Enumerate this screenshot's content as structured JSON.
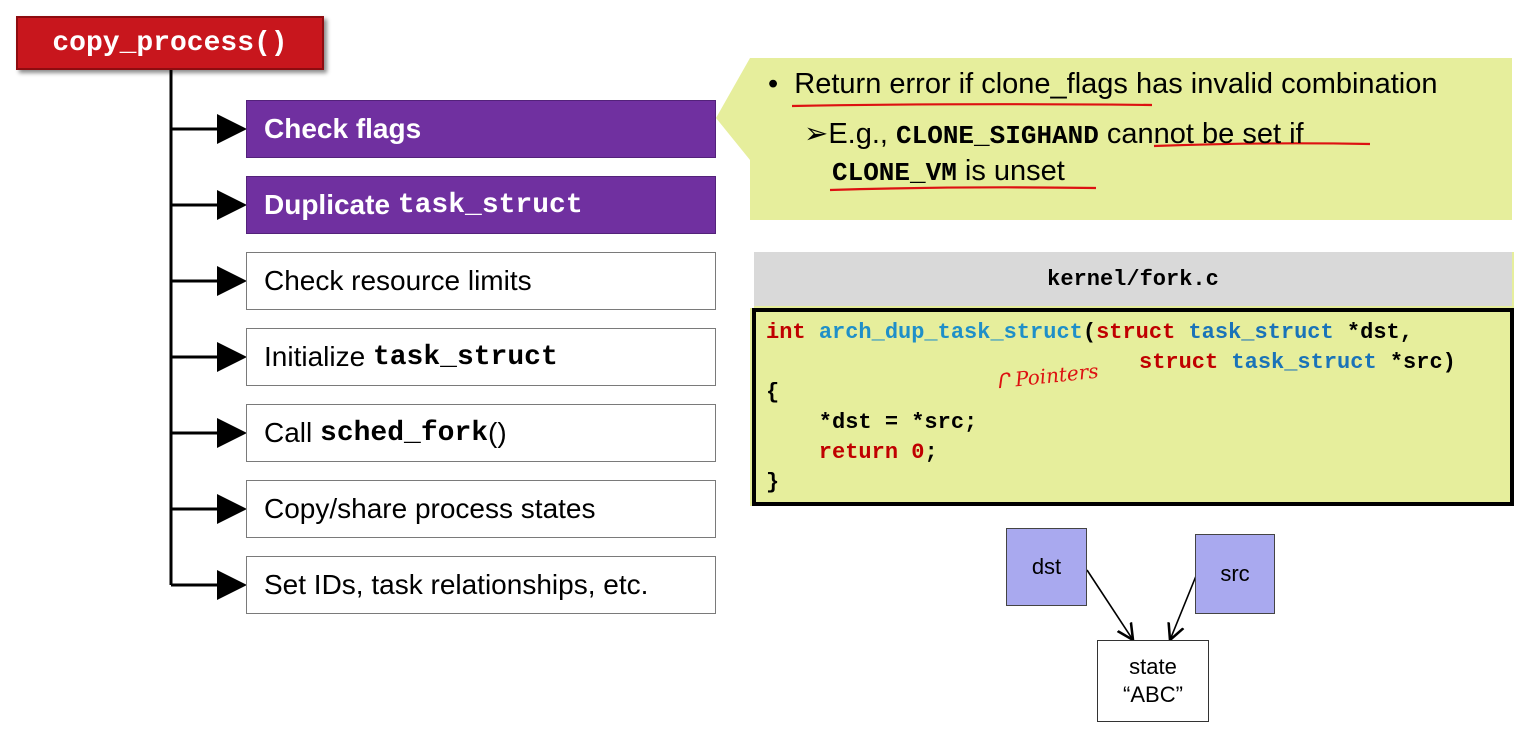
{
  "title": "copy_process()",
  "steps": [
    {
      "text": "Check flags",
      "code": "",
      "suffix": "",
      "highlight": true
    },
    {
      "text": "Duplicate ",
      "code": "task_struct",
      "suffix": "",
      "highlight": true
    },
    {
      "text": "Check resource limits",
      "code": "",
      "suffix": "",
      "highlight": false
    },
    {
      "text": "Initialize ",
      "code": "task_struct",
      "suffix": "",
      "highlight": false
    },
    {
      "text": "Call ",
      "code": "sched_fork",
      "suffix": "()",
      "highlight": false
    },
    {
      "text": "Copy/share process states",
      "code": "",
      "suffix": "",
      "highlight": false
    },
    {
      "text": "Set IDs, task relationships, etc.",
      "code": "",
      "suffix": "",
      "highlight": false
    }
  ],
  "flags_callout": {
    "bullet": "•",
    "main": "Return error if clone_flags has invalid combination",
    "sub_marker": "➢",
    "sub_prefix": "E.g., ",
    "flag1": "CLONE_SIGHAND",
    "sub_middle": " cannot be set if",
    "flag2": "CLONE_VM",
    "sub_end": " is unset"
  },
  "code_panel": {
    "filename": "kernel/fork.c",
    "lines": {
      "l1_kw": "int ",
      "l1_fn": "arch_dup_task_struct",
      "l1_p1": "(",
      "l1_kw2": "struct ",
      "l1_ty": "task_struct",
      "l1_rest": " *dst,",
      "l2_kw": "struct ",
      "l2_ty": "task_struct",
      "l2_rest": " *src)",
      "l3": "{",
      "l4": "    *dst = *src;",
      "l5_kw": "    return ",
      "l5_num": "0",
      "l5_rest": ";",
      "l6": "}"
    },
    "annotation": "ᒋ Pointers"
  },
  "memory": {
    "dst": "dst",
    "src": "src",
    "state_line1": "state",
    "state_line2": "“ABC”"
  },
  "colors": {
    "title_bg": "#c8161d",
    "highlight": "#7030a0",
    "callout": "#e6ee9c",
    "memory_box": "#a9a9ef",
    "underline": "#d11"
  }
}
